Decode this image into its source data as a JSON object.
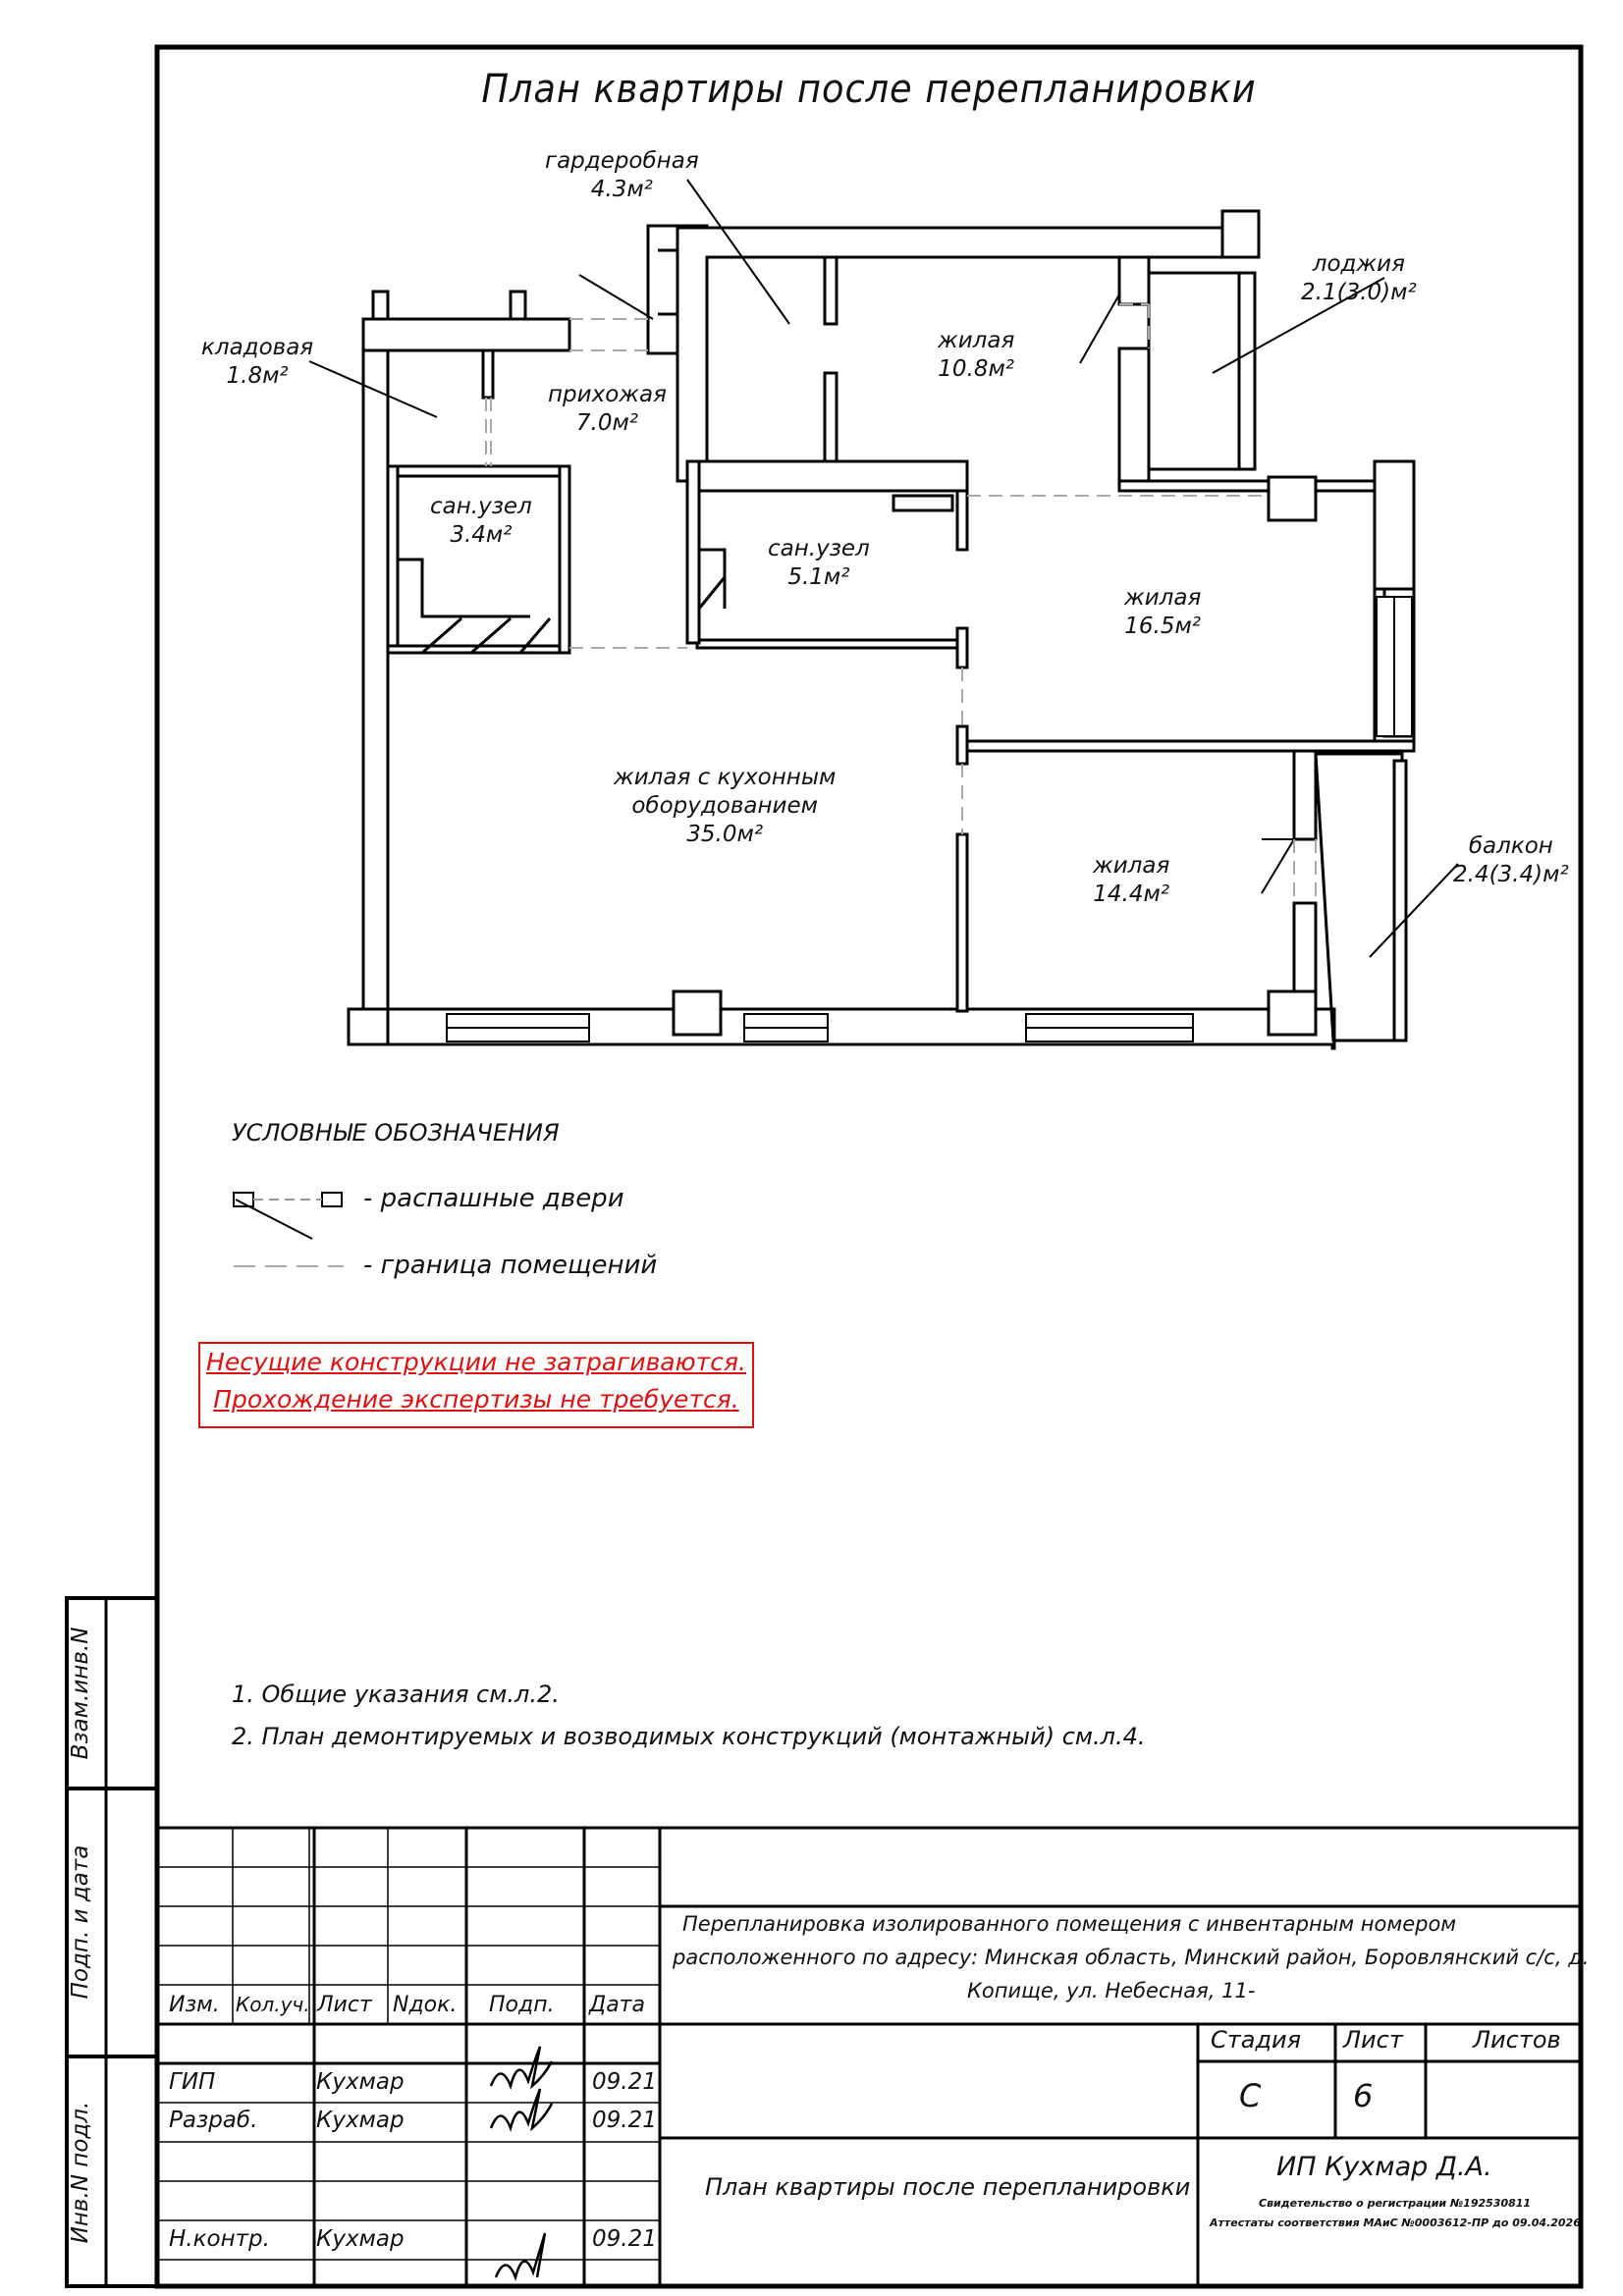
{
  "title": "План квартиры после перепланировки",
  "rooms": [
    {
      "name": "гардеробная",
      "area": "4.3м²"
    },
    {
      "name": "кладовая",
      "area": "1.8м²"
    },
    {
      "name": "прихожая",
      "area": "7.0м²"
    },
    {
      "name": "жилая",
      "area": "10.8м²"
    },
    {
      "name": "лоджия",
      "area": "2.1(3.0)м²"
    },
    {
      "name": "сан.узел",
      "area": "3.4м²"
    },
    {
      "name": "сан.узел",
      "area": "5.1м²"
    },
    {
      "name": "жилая",
      "area": "16.5м²"
    },
    {
      "name": "жилая с кухонным",
      "name2": "оборудованием",
      "area": "35.0м²"
    },
    {
      "name": "жилая",
      "area": "14.4м²"
    },
    {
      "name": "балкон",
      "area": "2.4(3.4)м²"
    }
  ],
  "legend": {
    "title": "УСЛОВНЫЕ ОБОЗНАЧЕНИЯ",
    "doors": "- распашные двери",
    "boundary": "- граница помещений"
  },
  "notice": {
    "line1": "Несущие конструкции не затрагиваются.",
    "line2": "Прохождение экспертизы не требуется."
  },
  "notes": [
    "1.  Общие указания см.л.2.",
    "2.  План демонтируемых и возводимых конструкций (монтажный) см.л.4."
  ],
  "side_labels": {
    "vzam": "Взам.инв.N",
    "podp": "Подп. и дата",
    "inv": "Инв.N подл."
  },
  "title_block": {
    "headers": [
      "Изм.",
      "Кол.уч.",
      "Лист",
      "Nдок.",
      "Подп.",
      "Дата"
    ],
    "rows": [
      {
        "role": "ГИП",
        "name": "Кухмар",
        "date": "09.21"
      },
      {
        "role": "Разраб.",
        "name": "Кухмар",
        "date": "09.21"
      },
      {
        "role": "Н.контр.",
        "name": "Кухмар",
        "date": "09.21"
      }
    ],
    "project": [
      "Перепланировка изолированного помещения с инвентарным номером",
      "расположенного по адресу: Минская область, Минский район, Боровлянский с/с, д.",
      "Копище, ул. Небесная, 11-"
    ],
    "stage_label": "Стадия",
    "sheet_label": "Лист",
    "sheets_label": "Листов",
    "stage": "С",
    "sheet": "6",
    "sheets": "",
    "drawing_name": "План квартиры после перепланировки",
    "org": "ИП Кухмар Д.А.",
    "org_cert1": "Свидетельство о регистрации №192530811",
    "org_cert2": "Аттестаты соответствия МАиС №0003612-ПР до 09.04.2026"
  }
}
